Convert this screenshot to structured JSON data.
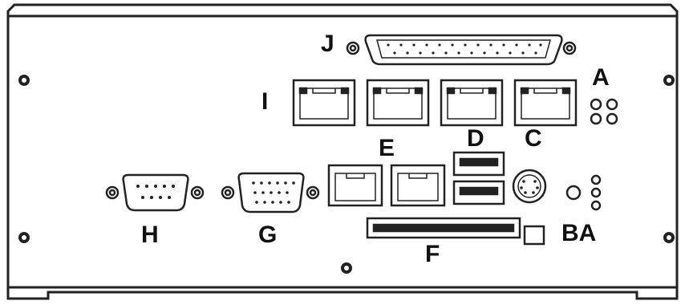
{
  "labels": {
    "J": "J",
    "A_top": "A",
    "I": "I",
    "E": "E",
    "D": "D",
    "C": "C",
    "H": "H",
    "G": "G",
    "F": "F",
    "BA": "BA"
  },
  "colors": {
    "line": "#222222",
    "panel": "#ffffff",
    "label": "#111111"
  }
}
